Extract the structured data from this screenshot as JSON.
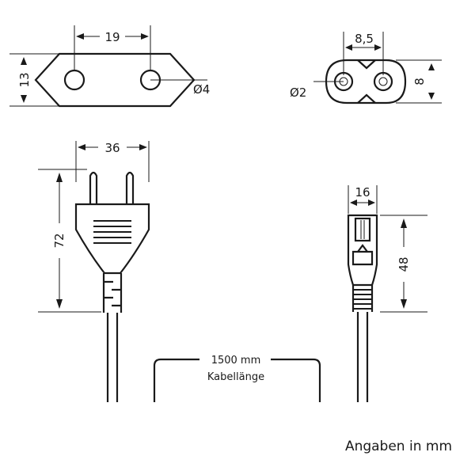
{
  "plug_top_view": {
    "pin_spacing": "19",
    "height": "13",
    "pin_diameter": "Ø4"
  },
  "connector_top_view": {
    "pin_spacing": "8,5",
    "height": "8",
    "pin_diameter": "Ø2"
  },
  "plug_side_view": {
    "width": "36",
    "length": "72"
  },
  "connector_side_view": {
    "width": "16",
    "length": "48"
  },
  "cable": {
    "length": "1500 mm",
    "label": "Kabellänge"
  },
  "footnote": "Angaben in mm"
}
